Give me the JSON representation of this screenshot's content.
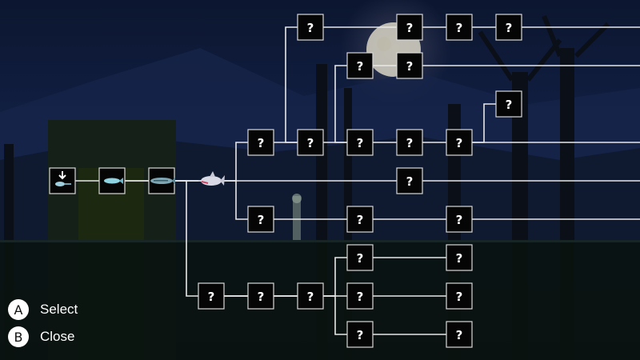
{
  "controls": [
    {
      "glyph": "A",
      "label": "Select",
      "name": "a"
    },
    {
      "glyph": "B",
      "label": "Close",
      "name": "b"
    }
  ],
  "unknown_glyph": "?",
  "colors": {
    "line": "#e8e8e8",
    "node_fill": "#050505",
    "node_border": "#d8d8d8",
    "sky": "#0f1b38",
    "moon": "#d9d6c6",
    "swamp": "#121f1a"
  },
  "tree": {
    "nodes": [
      {
        "id": "root",
        "col": 0,
        "row": 4,
        "icon": "lure-icon",
        "known": true
      },
      {
        "id": "fish1",
        "col": 1,
        "row": 4,
        "icon": "small-fish-icon",
        "known": true
      },
      {
        "id": "fish2",
        "col": 2,
        "row": 4,
        "icon": "pike-fish-icon",
        "known": true
      },
      {
        "id": "shark",
        "col": 3,
        "row": 4,
        "icon": "shark-fish-icon",
        "known": true
      },
      {
        "id": "r0a",
        "col": 5,
        "row": 0
      },
      {
        "id": "r0b",
        "col": 7,
        "row": 0
      },
      {
        "id": "r0c",
        "col": 8,
        "row": 0
      },
      {
        "id": "r0d",
        "col": 9,
        "row": 0
      },
      {
        "id": "r0e",
        "col": 12,
        "row": 0
      },
      {
        "id": "r1a",
        "col": 6,
        "row": 1
      },
      {
        "id": "r1b",
        "col": 7,
        "row": 1
      },
      {
        "id": "r1c",
        "col": 12,
        "row": 1
      },
      {
        "id": "r2a",
        "col": 9,
        "row": 2
      },
      {
        "id": "r3a",
        "col": 4,
        "row": 3
      },
      {
        "id": "r3b",
        "col": 5,
        "row": 3
      },
      {
        "id": "r3c",
        "col": 6,
        "row": 3
      },
      {
        "id": "r3d",
        "col": 7,
        "row": 3
      },
      {
        "id": "r3e",
        "col": 8,
        "row": 3
      },
      {
        "id": "r3f",
        "col": 12,
        "row": 3
      },
      {
        "id": "r4a",
        "col": 7,
        "row": 4
      },
      {
        "id": "r4b",
        "col": 12,
        "row": 4
      },
      {
        "id": "r5a",
        "col": 4,
        "row": 5
      },
      {
        "id": "r5b",
        "col": 6,
        "row": 5
      },
      {
        "id": "r5c",
        "col": 8,
        "row": 5
      },
      {
        "id": "r5d",
        "col": 12,
        "row": 5
      },
      {
        "id": "r6a",
        "col": 6,
        "row": 6
      },
      {
        "id": "r6b",
        "col": 8,
        "row": 6
      },
      {
        "id": "r7a",
        "col": 3,
        "row": 7
      },
      {
        "id": "r7b",
        "col": 4,
        "row": 7
      },
      {
        "id": "r7c",
        "col": 5,
        "row": 7
      },
      {
        "id": "r7d",
        "col": 6,
        "row": 7
      },
      {
        "id": "r7e",
        "col": 8,
        "row": 7
      },
      {
        "id": "r8a",
        "col": 6,
        "row": 8
      },
      {
        "id": "r8b",
        "col": 8,
        "row": 8
      }
    ],
    "edges": [
      [
        "root",
        "fish1"
      ],
      [
        "fish1",
        "fish2"
      ],
      [
        "fish2",
        "shark"
      ],
      [
        "shark",
        "r4a"
      ],
      [
        "r4a",
        "r4b"
      ],
      [
        "fish2",
        "r3a"
      ],
      [
        "r3a",
        "r3b"
      ],
      [
        "r3b",
        "r3c"
      ],
      [
        "r3c",
        "r3d"
      ],
      [
        "r3d",
        "r3e"
      ],
      [
        "r3e",
        "r3f"
      ],
      [
        "r3b",
        "r0a"
      ],
      [
        "r0a",
        "r0b"
      ],
      [
        "r0b",
        "r0c"
      ],
      [
        "r0c",
        "r0d"
      ],
      [
        "r0d",
        "r0e"
      ],
      [
        "r3c",
        "r1a"
      ],
      [
        "r1a",
        "r1b"
      ],
      [
        "r1b",
        "r1c"
      ],
      [
        "r3e",
        "r2a"
      ],
      [
        "fish2",
        "r5a"
      ],
      [
        "r5a",
        "r5b"
      ],
      [
        "r5b",
        "r5c"
      ],
      [
        "r5c",
        "r5d"
      ],
      [
        "fish1",
        "r7a"
      ],
      [
        "r7a",
        "r7b"
      ],
      [
        "r7b",
        "r7c"
      ],
      [
        "r7c",
        "r7d"
      ],
      [
        "r7d",
        "r7e"
      ],
      [
        "r7a",
        "r6a"
      ],
      [
        "r6a",
        "r6b"
      ],
      [
        "r7a",
        "r8a"
      ],
      [
        "r8a",
        "r8b"
      ]
    ]
  }
}
